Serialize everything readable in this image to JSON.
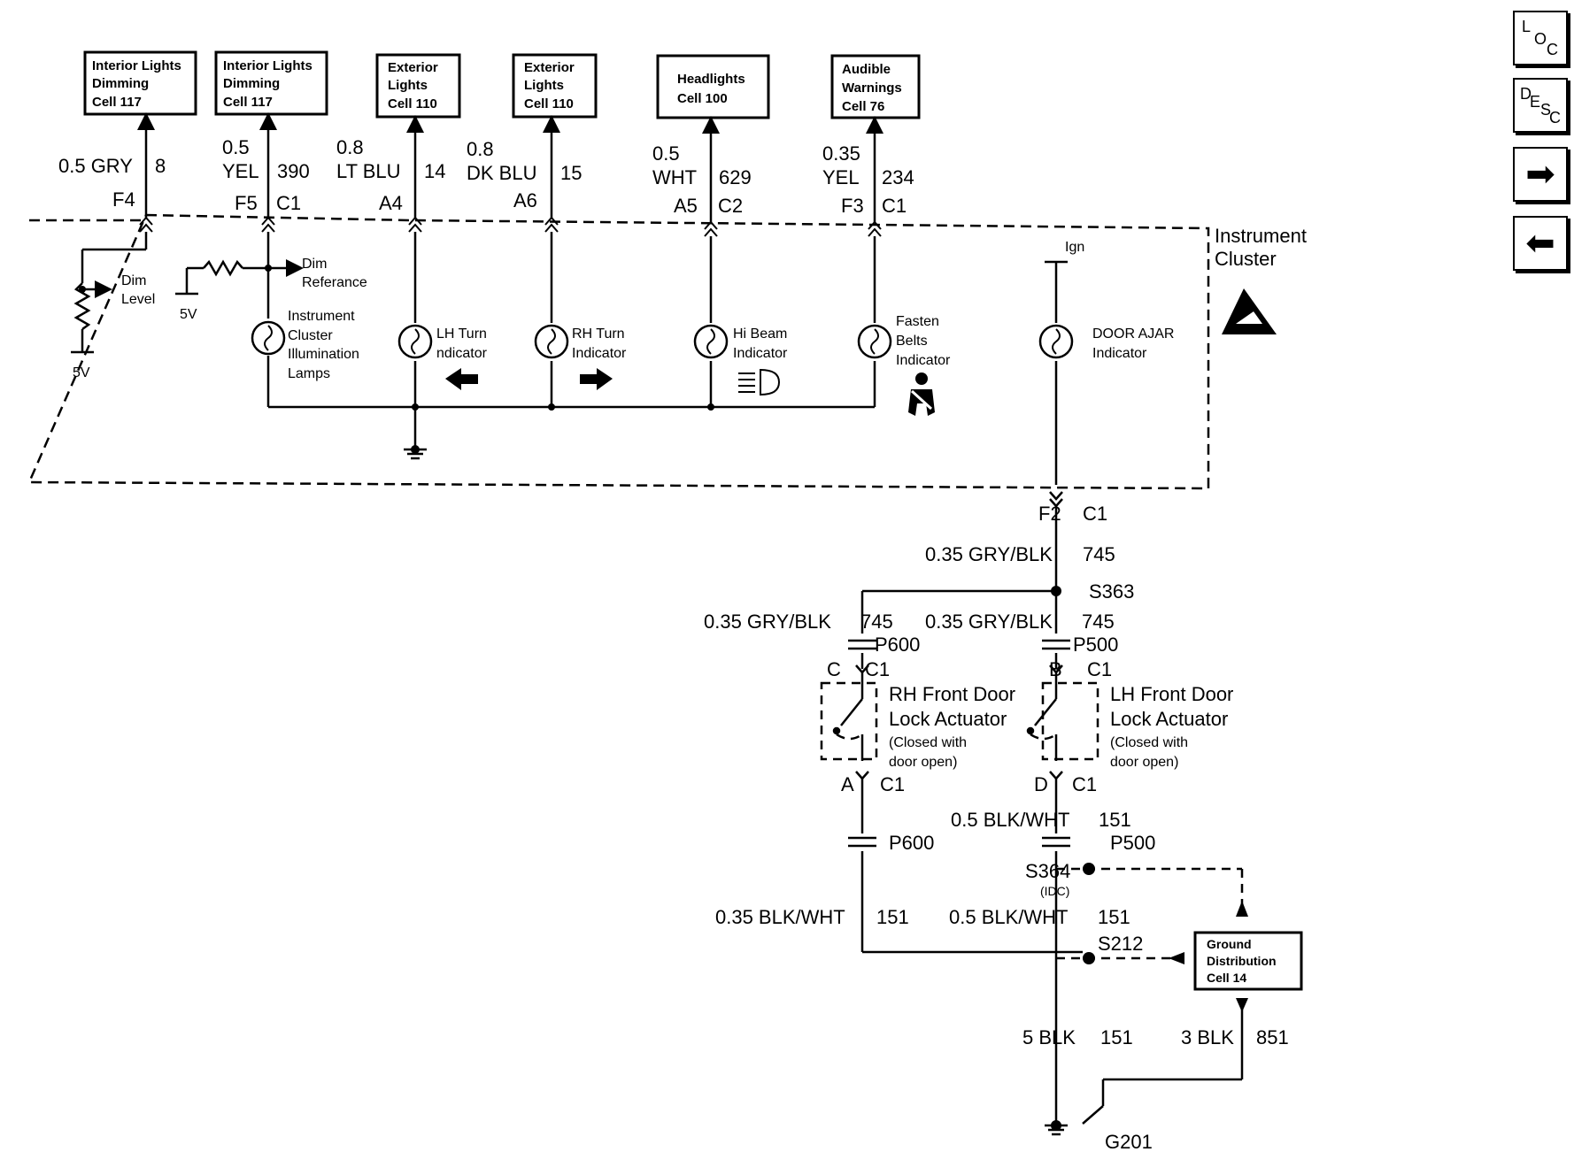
{
  "destinations": [
    {
      "lines": [
        "Interior Lights",
        "Dimming",
        "Cell 117"
      ]
    },
    {
      "lines": [
        "Interior Lights",
        "Dimming",
        "Cell 117"
      ]
    },
    {
      "lines": [
        "Exterior",
        "Lights",
        "Cell 110"
      ]
    },
    {
      "lines": [
        "Exterior",
        "Lights",
        "Cell 110"
      ]
    },
    {
      "lines": [
        "Headlights",
        "Cell 100"
      ]
    },
    {
      "lines": [
        "Audible",
        "Warnings",
        "Cell 76"
      ]
    }
  ],
  "wires_top": [
    {
      "size_color": "0.5 GRY",
      "circuit": "8",
      "pin": "F4",
      "connector": ""
    },
    {
      "size": "0.5",
      "color": "YEL",
      "circuit": "390",
      "pin": "F5",
      "connector": "C1"
    },
    {
      "size": "0.8",
      "color": "LT BLU",
      "circuit": "14",
      "pin": "A4",
      "connector": ""
    },
    {
      "size": "0.8",
      "color": "DK BLU",
      "circuit": "15",
      "pin": "A6",
      "connector": ""
    },
    {
      "size": "0.5",
      "color": "WHT",
      "circuit": "629",
      "pin": "A5",
      "connector": "C2"
    },
    {
      "size": "0.35",
      "color": "YEL",
      "circuit": "234",
      "pin": "F3",
      "connector": "C1"
    }
  ],
  "cluster": {
    "title_line1": "Instrument",
    "title_line2": "Cluster",
    "dim_level": [
      "Dim",
      "Level"
    ],
    "dim_reference": [
      "Dim",
      "Referance"
    ],
    "v5_a": "5V",
    "v5_b": "5V",
    "ign": "Ign",
    "lamps": [
      {
        "lines": [
          "Instrument",
          "Cluster",
          "Illumination",
          "Lamps"
        ]
      },
      {
        "lines": [
          "LH Turn",
          "ndicator"
        ]
      },
      {
        "lines": [
          "RH Turn",
          "Indicator"
        ]
      },
      {
        "lines": [
          "Hi Beam",
          "Indicator"
        ]
      },
      {
        "lines": [
          "Fasten",
          "Belts",
          "Indicator"
        ]
      },
      {
        "lines": [
          "DOOR AJAR",
          "Indicator"
        ]
      }
    ]
  },
  "lower": {
    "f2": "F2",
    "c1_out": "C1",
    "w745": "0.35 GRY/BLK",
    "c745": "745",
    "s363": "S363",
    "w745_left": "0.35 GRY/BLK",
    "c745_left": "745",
    "w745_right": "0.35 GRY/BLK",
    "c745_right": "745",
    "p600_top": "P600",
    "p500_top": "P500",
    "rh_pin_top": "C",
    "rh_conn_top": "C1",
    "lh_pin_top": "B",
    "lh_conn_top": "C1",
    "rh_switch": [
      "RH Front Door",
      "Lock Actuator"
    ],
    "lh_switch": [
      "LH Front Door",
      "Lock Actuator"
    ],
    "switch_note": [
      "(Closed with",
      "door open)"
    ],
    "rh_pin_bot": "A",
    "rh_conn_bot": "C1",
    "lh_pin_bot": "D",
    "lh_conn_bot": "C1",
    "w151_lh": "0.5 BLK/WHT",
    "c151_lh": "151",
    "p600_bot": "P600",
    "p500_bot": "P500",
    "s364": "S364",
    "idc": "(IDC)",
    "w151_rh": "0.35 BLK/WHT",
    "c151_rh": "151",
    "w151_mid": "0.5 BLK/WHT",
    "c151_mid": "151",
    "s212": "S212",
    "ground_dist": [
      "Ground",
      "Distribution",
      "Cell 14"
    ],
    "w5blk": "5 BLK",
    "c5blk": "151",
    "w3blk": "3 BLK",
    "c3blk": "851",
    "g201": "G201"
  },
  "nav": {
    "loc": [
      "L",
      "O",
      "C"
    ],
    "desc": [
      "D",
      "E",
      "S",
      "C"
    ],
    "next_icon": "arrow-right-icon",
    "prev_icon": "arrow-left-icon"
  }
}
